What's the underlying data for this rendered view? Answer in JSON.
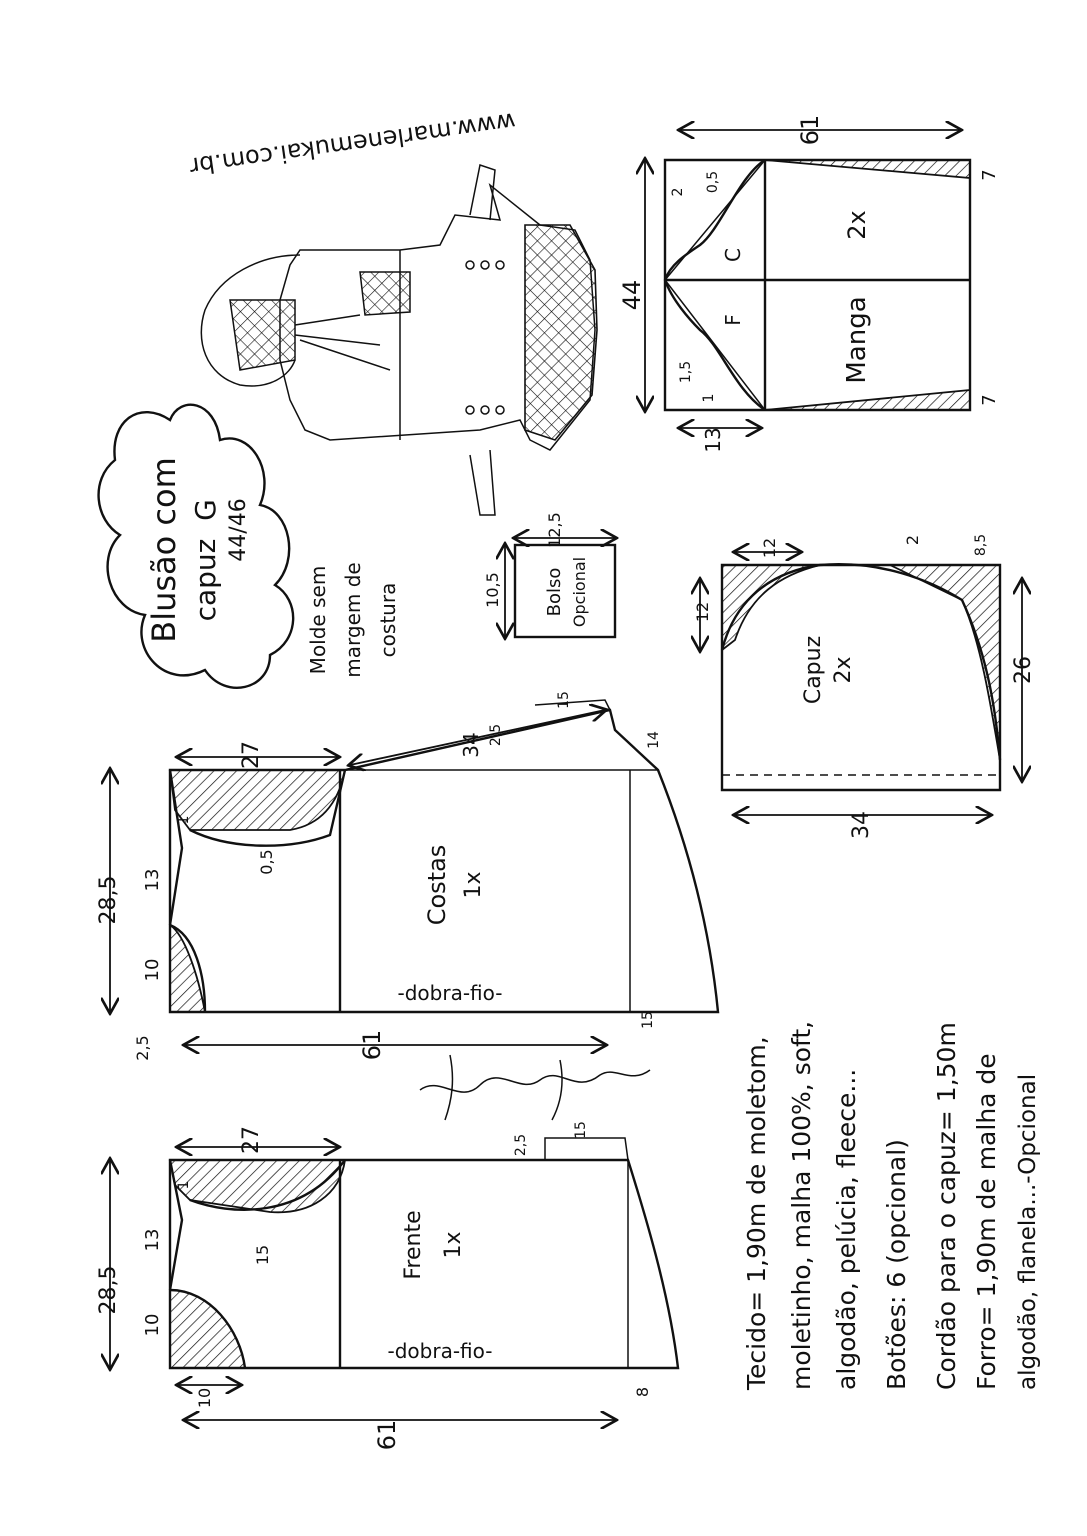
{
  "website": "www.marlenemukai.com.br",
  "title": {
    "line1": "Blusão com",
    "line2": "capuz",
    "size": "G",
    "size_range": "44/46"
  },
  "note": {
    "line1": "Molde sem",
    "line2": "margem de",
    "line3": "costura"
  },
  "bolso": {
    "label1": "Bolso",
    "label2": "Opcional",
    "dim_width": "12,5",
    "dim_height": "10,5"
  },
  "manga": {
    "label": "Manga",
    "qty": "2x",
    "front_mark": "F",
    "back_mark": "C",
    "dim_length": "61",
    "dim_width": "44",
    "dim_cuff": "13",
    "dim_side_top": "7",
    "dim_side_bottom": "7",
    "dim_cap_2": "2",
    "dim_cap_05": "0,5",
    "dim_cap_15": "1,5",
    "dim_cap_1": "1"
  },
  "capuz": {
    "label": "Capuz",
    "qty": "2x",
    "dim_width": "34",
    "dim_height": "26",
    "dim_top_12": "12",
    "dim_side_12": "12",
    "dim_2": "2",
    "dim_85": "8,5"
  },
  "costas": {
    "label": "Costas",
    "qty": "1x",
    "fold": "-dobra-fio-",
    "dim_length": "61",
    "dim_width": "28,5",
    "dim_shoulder": "27",
    "dim_armhole": "34",
    "dim_13": "13",
    "dim_10": "10",
    "dim_25": "2,5",
    "dim_1": "1",
    "dim_05": "0,5",
    "dim_15": "15",
    "dim_14": "14",
    "dim_15b": "15",
    "dim_25b": "2,5"
  },
  "frente": {
    "label": "Frente",
    "qty": "1x",
    "fold": "-dobra-fio-",
    "dim_length": "61",
    "dim_width": "28,5",
    "dim_shoulder": "27",
    "dim_13": "13",
    "dim_10": "10",
    "dim_10b": "10",
    "dim_1": "1",
    "dim_15": "15",
    "dim_8": "8",
    "dim_15b": "15",
    "dim_25": "2,5"
  },
  "materials": {
    "line1": "Tecido= 1,90m de moletom,",
    "line2": "moletinho, malha 100%, soft,",
    "line3": "algodão, pelúcia, fleece...",
    "line4": "Botões: 6 (opcional)",
    "line5": "Cordão para o capuz= 1,50m",
    "line6": "Forro= 1,90m de malha de",
    "line7": "algodão, flanela...-Opcional"
  }
}
